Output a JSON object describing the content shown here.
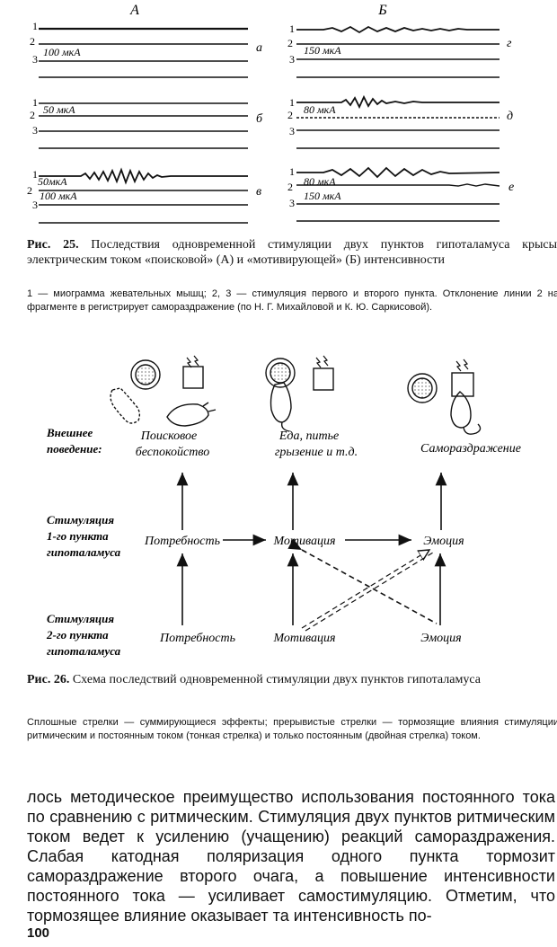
{
  "fig25": {
    "col_a": "А",
    "col_b": "Б",
    "track_nums": [
      "1",
      "2",
      "3"
    ],
    "panel_a": {
      "label": "а",
      "scale": "100 мкА"
    },
    "panel_b": {
      "label": "б",
      "scale": "50 мкА"
    },
    "panel_v": {
      "label": "в",
      "scale1": "50мкА",
      "scale2": "100 мкА"
    },
    "panel_g": {
      "label": "г",
      "scale": "150 мкА"
    },
    "panel_d": {
      "label": "д",
      "scale": "80 мкА"
    },
    "panel_e": {
      "label": "е",
      "scale1": "80 мкА",
      "scale2": "150 мкА"
    },
    "caption_bold": "Рис. 25.",
    "caption_text": " Последствия одновременной стимуляции двух пунктов гипоталамуса крысы электрическим током «поисковой» (А) и «мотивирующей» (Б) интенсивности",
    "note": "1 — миограмма жевательных мышц; 2, 3 — стимуляция первого и второго пункта. Отклонение линии 2 на фрагменте в регистрирует самораздражение (по Н. Г. Михайловой и К. Ю. Саркисовой)."
  },
  "fig26": {
    "row_labels": {
      "behavior_1": "Внешнее",
      "behavior_2": "поведение:",
      "stim1_1": "Стимуляция",
      "stim1_2": "1-го пункта",
      "stim1_3": "гипоталамуса",
      "stim2_1": "Стимуляция",
      "stim2_2": "2-го пункта",
      "stim2_3": "гипоталамуса"
    },
    "behaviors": {
      "search_1": "Поисковое",
      "search_2": "беспокойство",
      "food_1": "Еда, питье",
      "food_2": "грызение и т.д.",
      "self": "Самораздражение"
    },
    "nodes_top": [
      "Потребность",
      "Мотивация",
      "Эмоция"
    ],
    "nodes_bottom": [
      "Потребность",
      "Мотивация",
      "Эмоция"
    ],
    "caption_bold": "Рис. 26.",
    "caption_text": " Схема последствий одновременной стимуляции двух пунктов гипоталамуса",
    "note": "Сплошные стрелки — суммирующиеся эффекты; прерывистые стрелки — тормозящие влияния стимуляции ритмическим и постоянным током (тонкая стрелка) и только постоянным (двойная стрелка) током."
  },
  "body_text": "лось методическое преимущество использования постоянного тока по сравнению с ритмическим. Стимуляция двух пунктов ритмическим током ведет к усилению (учащению) реакций самораздражения. Слабая катодная поляризация одного пункта тормозит самораздражение второго очага, а повышение интенсивности постоянного тока — усиливает самостимуляцию. Отметим, что тормозящее влияние оказывает та интенсивность по-",
  "page_number": "100"
}
